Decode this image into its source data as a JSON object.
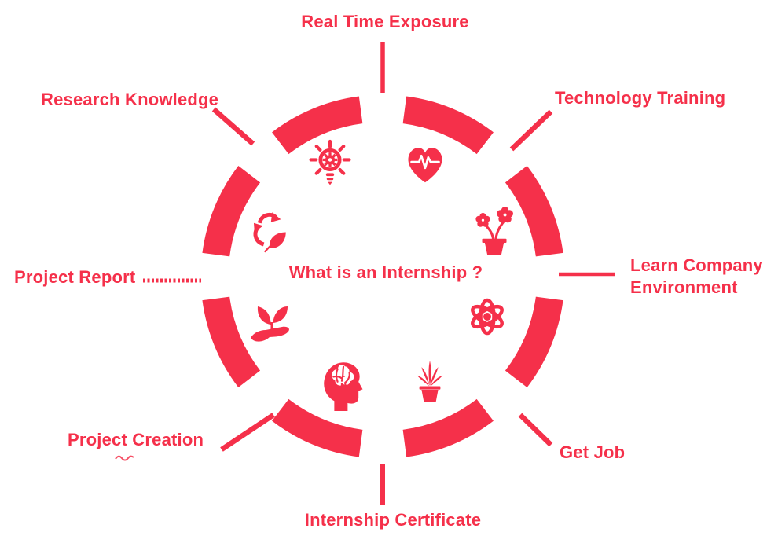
{
  "accent_color": "#F5304A",
  "center_title": "What is an Internship ?",
  "labels": [
    {
      "position": "top",
      "text": "Real Time Exposure"
    },
    {
      "position": "top-right",
      "text": "Technology Training"
    },
    {
      "position": "right",
      "text": "Learn Company Environment"
    },
    {
      "position": "bottom-right",
      "text": "Get Job"
    },
    {
      "position": "bottom",
      "text": "Internship Certificate"
    },
    {
      "position": "bottom-left",
      "text": "Project Creation"
    },
    {
      "position": "left",
      "text": "Project Report"
    },
    {
      "position": "top-left",
      "text": "Research Knowledge"
    }
  ],
  "icons": [
    {
      "name": "idea-lightbulb-gear-icon",
      "position": "top-inner"
    },
    {
      "name": "heart-pulse-icon",
      "position": "top-right-inner"
    },
    {
      "name": "flower-pot-icon",
      "position": "right-upper-inner"
    },
    {
      "name": "atom-icon",
      "position": "right-lower-inner"
    },
    {
      "name": "plant-pot-icon",
      "position": "bottom-right-inner"
    },
    {
      "name": "head-brain-icon",
      "position": "bottom-left-inner"
    },
    {
      "name": "hand-sprout-icon",
      "position": "left-lower-inner"
    },
    {
      "name": "recycle-leaf-icon",
      "position": "left-upper-inner"
    }
  ],
  "ring": {
    "segments": 8,
    "shape": "segmented-circle"
  }
}
